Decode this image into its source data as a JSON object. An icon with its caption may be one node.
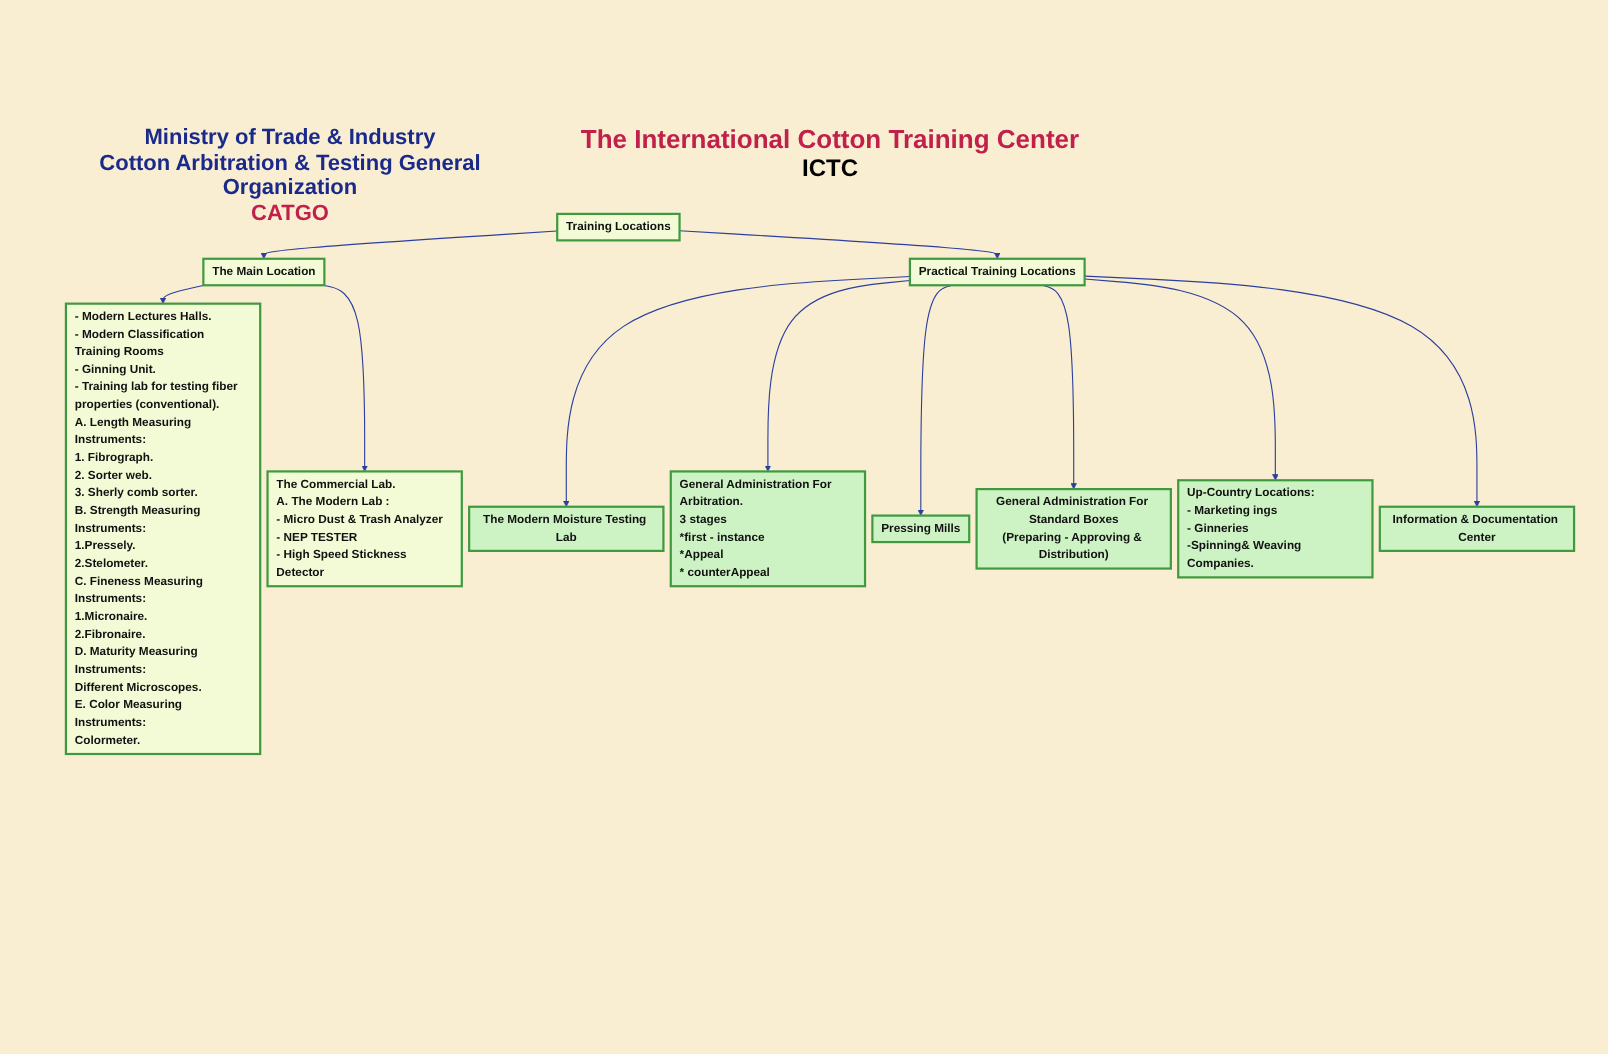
{
  "diagram": {
    "title": "The International Cotton Training Center",
    "nodes": [
      {
        "text": [
          "Training Locations"
        ]
      },
      {
        "text": [
          "The Main Location"
        ]
      },
      {
        "text": [
          "Practical Training Locations"
        ]
      },
      {
        "text": [
          "- Modern Lectures Halls.",
          "- Modern Classification Training Rooms",
          "- Ginning Unit.",
          "- Training lab for testing fiber properties (conventional).",
          "A. Length Measuring Instruments:",
          "1. Fibrograph.",
          "2. Sorter web.",
          "3. Sherly comb sorter.",
          "B. Strength Measuring Instruments:",
          "1.Pressely.",
          "2.Stelometer.",
          "C. Fineness Measuring Instruments:",
          "1.Micronaire.",
          "2.Fibronaire.",
          "D. Maturity Measuring Instruments:",
          "Different Microscopes.",
          "E. Color Measuring Instruments:",
          "Colormeter."
        ]
      },
      {
        "text": [
          "The Commercial Lab.",
          "A. The Modern Lab :",
          "- Micro Dust & Trash Analyzer",
          "- NEP TESTER",
          "- High Speed Stickness Detector"
        ]
      },
      {
        "text": [
          "The Modern Moisture Testing Lab"
        ]
      },
      {
        "text": [
          "General Administration For Arbitration.",
          "3 stages",
          "*first - instance",
          "*Appeal",
          "* counterAppeal"
        ]
      },
      {
        "text": [
          "Pressing Mills"
        ]
      },
      {
        "text": [
          "General Administration For Standard Boxes",
          "(Preparing - Approving & Distribution)"
        ]
      },
      {
        "text": [
          "Up-Country Locations:",
          "- Marketing ings",
          "- Ginneries",
          "-Spinning& Weaving Companies."
        ]
      },
      {
        "text": [
          "Information & Documentation Center"
        ]
      }
    ],
    "edges": [
      {
        "from": 0,
        "to": 1,
        "arrow": "to"
      },
      {
        "from": 0,
        "to": 2,
        "arrow": "to"
      },
      {
        "from": 1,
        "to": 3,
        "arrow": "to"
      },
      {
        "from": 1,
        "to": 4,
        "arrow": "to"
      },
      {
        "from": 2,
        "to": 5,
        "arrow": "to"
      },
      {
        "from": 2,
        "to": 6,
        "arrow": "to"
      },
      {
        "from": 2,
        "to": 7,
        "arrow": "to"
      },
      {
        "from": 2,
        "to": 8,
        "arrow": "to"
      },
      {
        "from": 2,
        "to": 9,
        "arrow": "to"
      },
      {
        "from": 2,
        "to": 10,
        "arrow": "to"
      }
    ],
    "labels": [
      "ICTC",
      "Ministry of Trade & Industry",
      "Cotton Arbitration & Testing General Organization",
      "CATGO"
    ]
  }
}
